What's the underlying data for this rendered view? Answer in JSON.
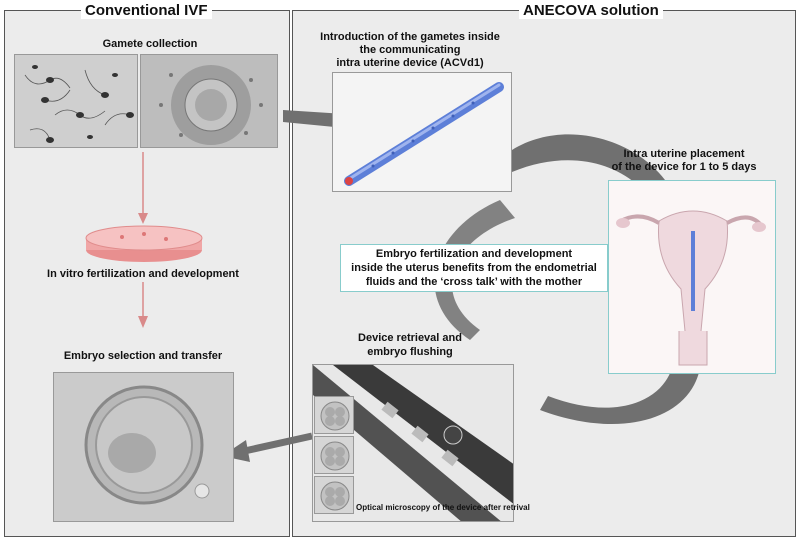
{
  "left_panel": {
    "title": "Conventional IVF",
    "gamete_collection": "Gamete collection",
    "in_vitro": "In vitro fertilization and development",
    "embryo_selection": "Embryo selection and transfer"
  },
  "right_panel": {
    "title": "ANECOVA solution",
    "introduction": [
      "Introduction of the gametes inside",
      "the communicating",
      "intra uterine device (ACVd1)"
    ],
    "placement": [
      "Intra uterine placement",
      "of the device for 1 to 5 days"
    ],
    "fertilization": [
      "Embryo fertilization and development",
      "inside the uterus benefits from the endometrial",
      "fluids and the ‘cross talk’ with the mother"
    ],
    "retrieval": [
      "Device retrieval and",
      "embryo flushing"
    ],
    "microscopy_caption": "Optical microscopy of the device after retrival"
  },
  "colors": {
    "arrow_pink": "#d98a8a",
    "dish_pink": "#f0a6a6",
    "flow_gray": "#707070",
    "device_blue": "#6f8fe0",
    "border": "#555555",
    "box_border": "#88cccc"
  }
}
